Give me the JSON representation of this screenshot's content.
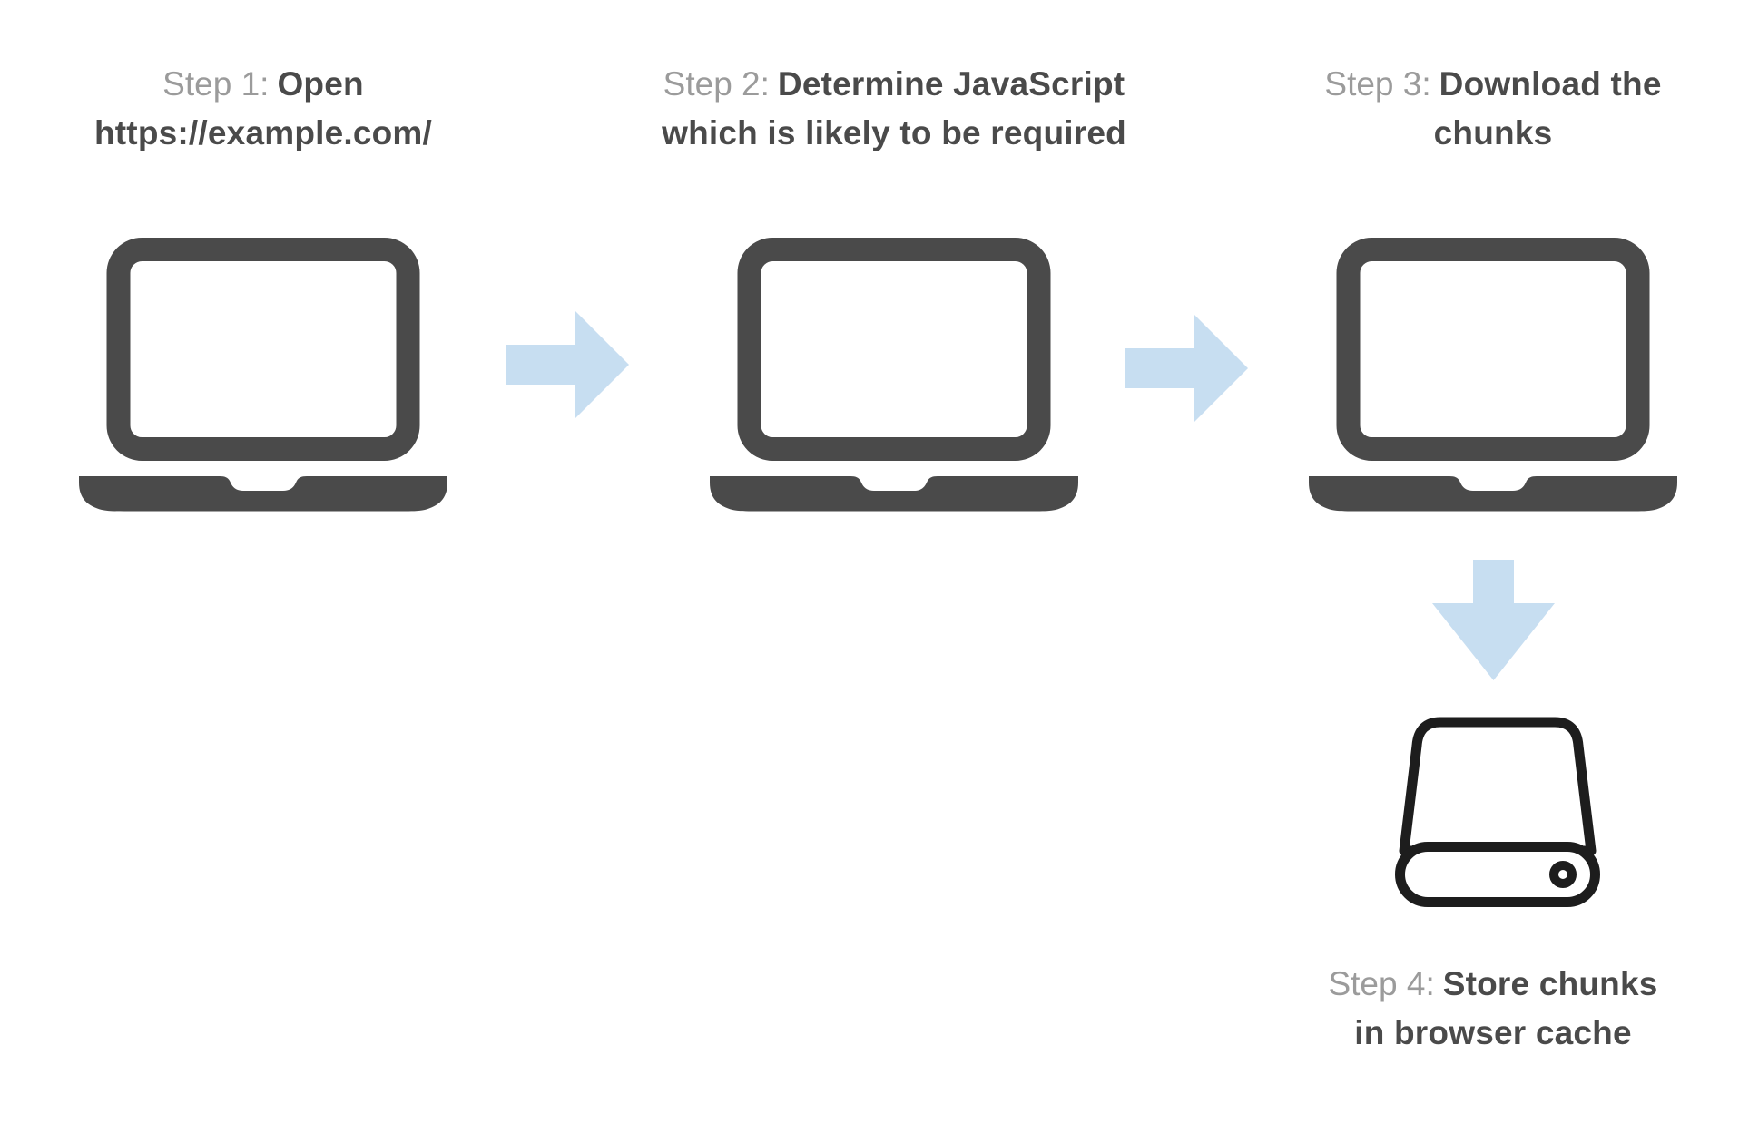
{
  "page": {
    "background": "#ffffff"
  },
  "diagram": {
    "type": "flow",
    "colors": {
      "laptop": "#4a4a4a",
      "arrow": "#c7def1",
      "step_prefix_text": "#9b9b9b",
      "step_title_text": "#4a4a4a",
      "drive_outline": "#1d1d1d"
    },
    "steps": [
      {
        "prefix": "Step 1:",
        "title_line1": "Open",
        "title_line2": "https://example.com/",
        "icon": "laptop-icon"
      },
      {
        "prefix": "Step 2:",
        "title_line1": "Determine JavaScript",
        "title_line2": "which is likely to be required",
        "icon": "laptop-icon"
      },
      {
        "prefix": "Step 3:",
        "title_line1": "Download the",
        "title_line2": "chunks",
        "icon": "laptop-icon"
      },
      {
        "prefix": "Step 4:",
        "title_line1": "Store chunks",
        "title_line2": "in browser cache",
        "icon": "hard-drive-icon"
      }
    ],
    "connectors": [
      {
        "from_step": 1,
        "to_step": 2,
        "direction": "right"
      },
      {
        "from_step": 2,
        "to_step": 3,
        "direction": "right"
      },
      {
        "from_step": 3,
        "to_step": 4,
        "direction": "down"
      }
    ]
  }
}
